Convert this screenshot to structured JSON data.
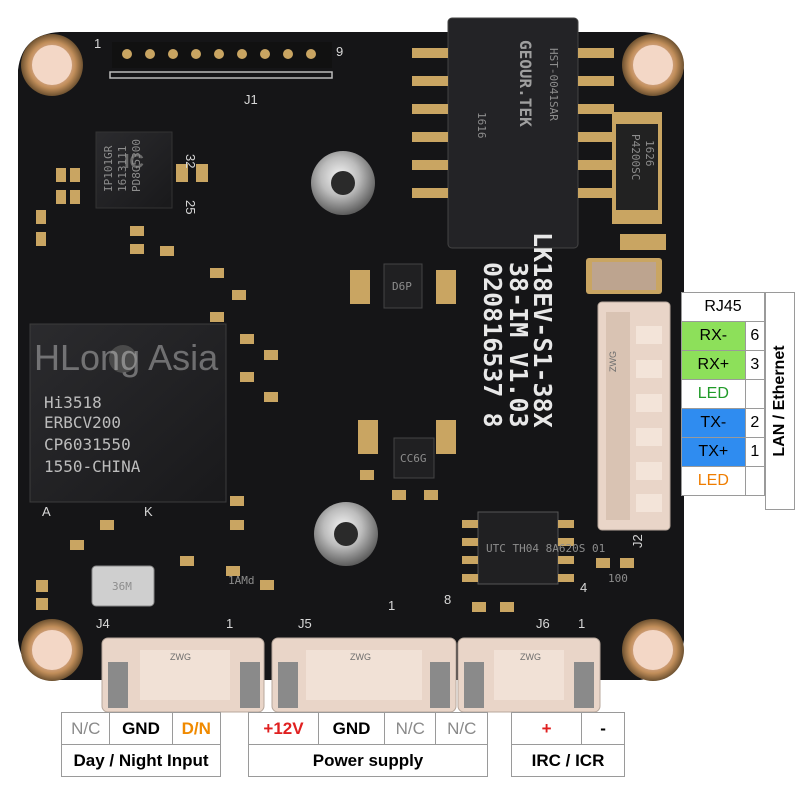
{
  "watermark": "HLong Asia",
  "colors": {
    "pcb": "#151517",
    "pad": "#c9a562",
    "chip": "#1f1f21",
    "connector": "#e9d5c8",
    "red": "#e02020",
    "orange": "#f08a00",
    "gray": "#8a8a8a",
    "green_bg": "#8de05a",
    "green_text": "#1f9a28",
    "blue_bg": "#2f8cf0",
    "orange_led": "#ef7d00"
  },
  "silkscreen": {
    "j1": "J1",
    "j1_pin1": "1",
    "j1_pin9": "9",
    "j2": "J2",
    "j4": "J4",
    "j5": "J5",
    "j6": "J6",
    "j4_pin1": "1",
    "j5_pin1": "1",
    "j6_pin1": "1",
    "board_line1": "LK18EV-S1-38X",
    "board_line2": "38-IM V1.03",
    "board_line3": "020816537 8",
    "pin32": "32",
    "pin25": "25",
    "pin8": "8",
    "pin4": "4",
    "label_a": "A",
    "label_k": "K",
    "socket_label": "ZWG"
  },
  "chips": {
    "soc": [
      "Hi3518",
      "ERBCV200",
      "CP6031550",
      "1550-CHINA"
    ],
    "transformer": [
      "GEOUR.TEK",
      "HST-0041SAR",
      "1616"
    ],
    "diode": [
      "P4200SC",
      "1626"
    ],
    "mosfet": "UTC TH04 8A620S 01",
    "small_ic_top": "D6P",
    "small_ic_mid": "CC6G",
    "flash": [
      "IP101GR",
      "1613111",
      "PD8G5300"
    ],
    "crystal": "36M",
    "reg": "1AMd",
    "res100": "100"
  },
  "rj45": {
    "title": "RJ45",
    "side_label": "LAN / Ethernet",
    "rows": [
      {
        "name": "RX-",
        "num": "6"
      },
      {
        "name": "RX+",
        "num": "3"
      },
      {
        "name": "LED",
        "num": ""
      },
      {
        "name": "TX-",
        "num": "2"
      },
      {
        "name": "TX+",
        "num": "1"
      },
      {
        "name": "LED",
        "num": ""
      }
    ]
  },
  "j4_table": {
    "pins": [
      "N/C",
      "GND",
      "D/N"
    ],
    "label": "Day / Night Input"
  },
  "j5_table": {
    "pins": [
      "+12V",
      "GND",
      "N/C",
      "N/C"
    ],
    "label": "Power supply"
  },
  "j6_table": {
    "pins": [
      "+",
      "-"
    ],
    "label": "IRC / ICR"
  }
}
